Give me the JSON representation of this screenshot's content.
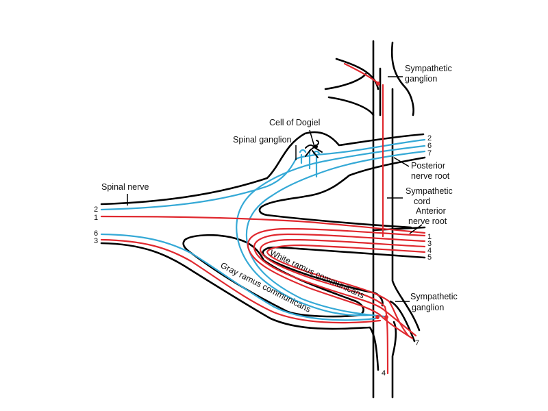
{
  "colors": {
    "outline": "#000000",
    "sympathetic_fiber": "#e0282e",
    "sensory_fiber": "#35a9d6",
    "background": "#ffffff"
  },
  "labels": {
    "sympathetic_ganglion_top": [
      "Sympathetic",
      "ganglion"
    ],
    "cell_of_dogiel": "Cell of Dogiel",
    "spinal_ganglion": "Spinal ganglion",
    "spinal_nerve": "Spinal nerve",
    "posterior_nerve_root": [
      "Posterior",
      "nerve root"
    ],
    "sympathetic_cord": [
      "Sympathetic",
      "cord"
    ],
    "anterior_nerve_root": [
      "Anterior",
      "nerve root"
    ],
    "white_ramus": "White ramus communicans",
    "gray_ramus": "Gray ramus communicans",
    "sympathetic_ganglion_bottom": [
      "Sympathetic",
      "ganglion"
    ]
  },
  "fiber_numbers": {
    "posterior_root": [
      "2",
      "6",
      "7"
    ],
    "spinal_nerve_upper": [
      "2",
      "1"
    ],
    "spinal_nerve_lower": [
      "6",
      "3"
    ],
    "anterior_root": [
      "1",
      "3",
      "4",
      "5"
    ],
    "bottom_branch": "7",
    "bottom_cord": "4"
  }
}
